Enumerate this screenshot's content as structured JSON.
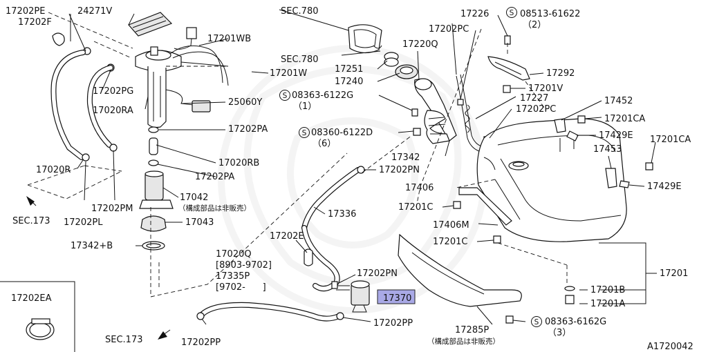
{
  "title": "",
  "figure_id": "A1720042",
  "highlighted_part": "17370",
  "highlight_color": "#a9a9e6",
  "labels": {
    "p17202PE": "17202PE",
    "p24271V": "24271V",
    "p17202F": "17202F",
    "p17201WB": "17201WB",
    "p17202PG": "17202PG",
    "p17020RA": "17020RA",
    "p17201W": "17201W",
    "p25060Y": "25060Y",
    "p17202PA_1": "17202PA",
    "p17020RB": "17020RB",
    "p17202PA_2": "17202PA",
    "p17020R": "17020R",
    "p17202PL": "17202PL",
    "p17202PM": "17202PM",
    "sec173_1": "SEC.173",
    "p17042": "17042",
    "p17042_note": "（構成部品は非販売）",
    "p17043": "17043",
    "p17342B": "17342+B",
    "p17020Q": "17020Q",
    "p17020Q_range": "[8903-9702]",
    "p17335P": "17335P",
    "p17335P_range": "[9702-      ]",
    "p17202E": "17202E",
    "p17336": "17336",
    "p17202PN_1": "17202PN",
    "p17202PN_2": "17202PN",
    "p17370": "17370",
    "p17202PP_1": "17202PP",
    "p17202PP_2": "17202PP",
    "sec173_2": "SEC.173",
    "sec780_1": "SEC.780",
    "sec780_2": "SEC.780",
    "p17251": "17251",
    "p17220Q": "17220Q",
    "p17240": "17240",
    "p08363_122G": "08363-6122G",
    "p08363_122G_qty": "（1）",
    "p08360_122D": "08360-6122D",
    "p08360_122D_qty": "（6）",
    "p17342": "17342",
    "p17226": "17226",
    "p17202PC_1": "17202PC",
    "p17202PC_2": "17202PC",
    "p17227": "17227",
    "p08513": "08513-61622",
    "p08513_qty": "（2）",
    "p17292": "17292",
    "p17201V": "17201V",
    "p17452": "17452",
    "p17201CA_1": "17201CA",
    "p17201CA_2": "17201CA",
    "p17429E_1": "17429E",
    "p17429E_2": "17429E",
    "p17453": "17453",
    "p17406": "17406",
    "p17201C_1": "17201C",
    "p17406M": "17406M",
    "p17201C_2": "17201C",
    "p17201": "17201",
    "p17201B": "17201B",
    "p17201A": "17201A",
    "p17285P": "17285P",
    "p17285P_note": "（構成部品は非販売）",
    "p08363_162G": "08363-6162G",
    "p08363_162G_qty": "（3）",
    "p17202EA": "17202EA",
    "screw_mark": "S"
  }
}
